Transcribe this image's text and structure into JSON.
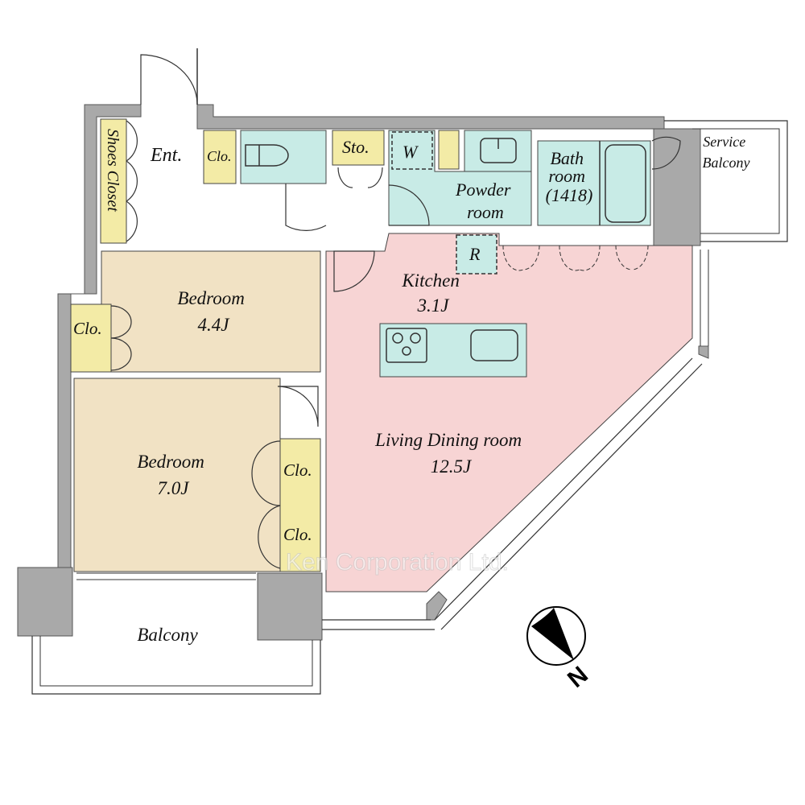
{
  "plan": {
    "rooms": {
      "shoes_closet": "Shoes Closet",
      "entrance": "Ent.",
      "closet_entry": "Clo.",
      "storage": "Sto.",
      "washer": "W",
      "powder_room_1": "Powder",
      "powder_room_2": "room",
      "bath_1": "Bath",
      "bath_2": "room",
      "bath_3": "(1418)",
      "service_balcony_1": "Service",
      "service_balcony_2": "Balcony",
      "refrigerator": "R",
      "kitchen_name": "Kitchen",
      "kitchen_size": "3.1J",
      "bedroom1_name": "Bedroom",
      "bedroom1_size": "4.4J",
      "closet_bedroom1": "Clo.",
      "bedroom2_name": "Bedroom",
      "bedroom2_size": "7.0J",
      "closet_bedroom2_a": "Clo.",
      "closet_bedroom2_b": "Clo.",
      "living_name": "Living Dining room",
      "living_size": "12.5J",
      "balcony": "Balcony"
    },
    "compass": "N",
    "watermark": "Ken Corporation Ltd.",
    "colors": {
      "wall": "#a9a9a9",
      "bedroom": "#f1e2c4",
      "closet": "#f3eba6",
      "wet_area": "#c8ebe6",
      "living": "#f7d4d4"
    }
  }
}
